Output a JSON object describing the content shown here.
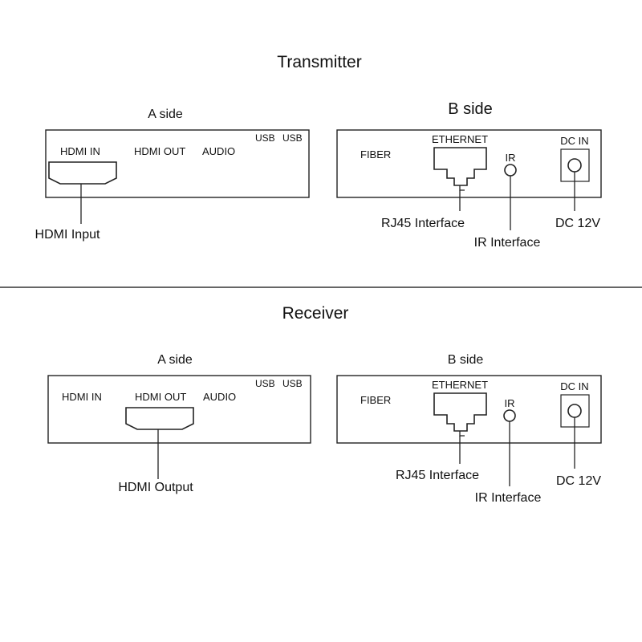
{
  "transmitter": {
    "title": "Transmitter",
    "a_side": {
      "title": "A side",
      "hdmi_in": "HDMI IN",
      "hdmi_out": "HDMI OUT",
      "audio": "AUDIO",
      "usb1": "USB",
      "usb2": "USB",
      "callout": "HDMI Input"
    },
    "b_side": {
      "title": "B side",
      "fiber": "FIBER",
      "ethernet": "ETHERNET",
      "ir": "IR",
      "dc_in": "DC IN",
      "callout_rj45": "RJ45 Interface",
      "callout_ir": "IR Interface",
      "callout_dc": "DC 12V"
    }
  },
  "receiver": {
    "title": "Receiver",
    "a_side": {
      "title": "A side",
      "hdmi_in": "HDMI IN",
      "hdmi_out": "HDMI OUT",
      "audio": "AUDIO",
      "usb1": "USB",
      "usb2": "USB",
      "callout": "HDMI Output"
    },
    "b_side": {
      "title": "B side",
      "fiber": "FIBER",
      "ethernet": "ETHERNET",
      "ir": "IR",
      "dc_in": "DC IN",
      "callout_rj45": "RJ45 Interface",
      "callout_ir": "IR Interface",
      "callout_dc": "DC 12V"
    }
  }
}
